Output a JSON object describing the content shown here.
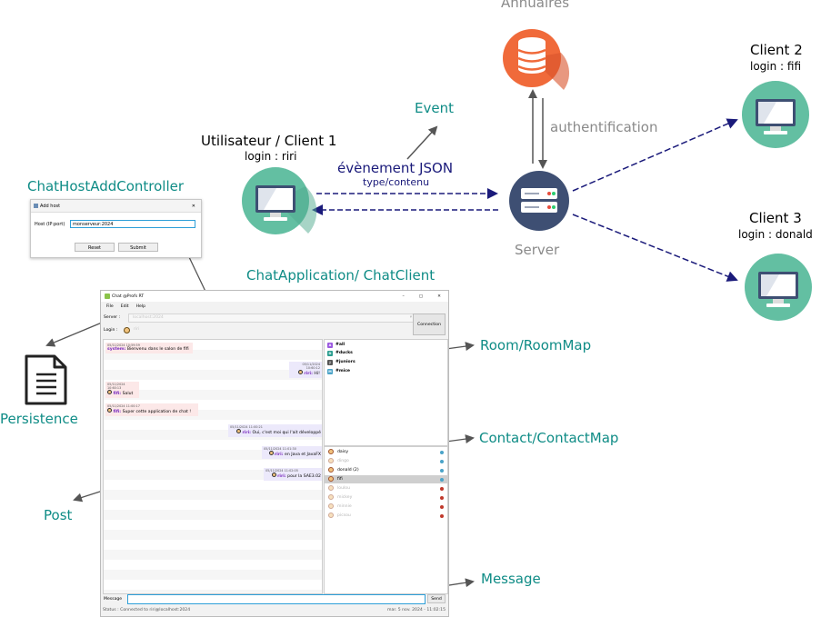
{
  "labels": {
    "annuaires": "Annuaires",
    "authentification": "authentification",
    "event": "Event",
    "utilisateur": "Utilisateur / Client 1",
    "login_riri": "login : riri",
    "evenement_json": "évènement JSON",
    "type_contenu": "type/contenu",
    "server": "Server",
    "client2": "Client 2",
    "login_fifi": "login : fifi",
    "client3": "Client 3",
    "login_donald": "login : donald",
    "chathost_controller": "ChatHostAddController",
    "chat_application": "ChatApplication/ ChatClient",
    "persistence": "Persistence",
    "room_map": "Room/RoomMap",
    "contact_map": "Contact/ContactMap",
    "post": "Post",
    "message": "Message"
  },
  "colors": {
    "teal_circle": "#63bfa2",
    "server_circle": "#3e4f73",
    "db_circle": "#f06a3a",
    "teal_text": "#0f8c86",
    "navy_arrow": "#1a1a7a"
  },
  "dialog": {
    "title": "Add host",
    "close": "✕",
    "host_label": "Host (IP:port)",
    "host_value": "monserveur:2024",
    "reset": "Reset",
    "submit": "Submit"
  },
  "app": {
    "title": "Chat @Profs RT",
    "win_controls": [
      "–",
      "▢",
      "✕"
    ],
    "menu": [
      "File",
      "Edit",
      "Help"
    ],
    "server_label": "Server :",
    "server_value": "localhost:2024",
    "login_label": "Login :",
    "login_value": "riri",
    "connection_button": "Connection",
    "messages": [
      {
        "ts": "05/11/2024 10:59:59",
        "who": "system:",
        "text": "Bienvenu dans le salon de fifi"
      },
      {
        "ts": "05/11/2024 10:60:12",
        "who": "riri:",
        "text": "Hi!"
      },
      {
        "ts": "05/11/2024 10:60:13",
        "who": "fifi:",
        "text": "Salut"
      },
      {
        "ts": "05/11/2024 11:00:17",
        "who": "fifi:",
        "text": "Super cette application de chat !"
      },
      {
        "ts": "05/11/2024 11:00:21",
        "who": "riri:",
        "text": "Oui, c'est moi qui l'ait développé"
      },
      {
        "ts": "05/11/2024 11:01:30",
        "who": "riri:",
        "text": "en Java et JavaFX"
      },
      {
        "ts": "05/11/2024 11:02:05",
        "who": "riri:",
        "text": "pour la SAE3.02"
      }
    ],
    "rooms": [
      {
        "letter": "A",
        "name": "#all",
        "color": "#9b59e0"
      },
      {
        "letter": "D",
        "name": "#ducks",
        "color": "#2a9d8f"
      },
      {
        "letter": "J",
        "name": "#juniors",
        "color": "#555555"
      },
      {
        "letter": "M",
        "name": "#mice",
        "color": "#4aa3c8"
      }
    ],
    "contacts": [
      {
        "name": "daisy",
        "status": "#4aa3c8",
        "dim": false
      },
      {
        "name": "dingo",
        "status": "#4aa3c8",
        "dim": true
      },
      {
        "name": "donald (2)",
        "status": "#4aa3c8",
        "dim": false
      },
      {
        "name": "fifi",
        "status": "#4aa3c8",
        "dim": false
      },
      {
        "name": "loulou",
        "status": "#c0392b",
        "dim": true
      },
      {
        "name": "mickey",
        "status": "#c0392b",
        "dim": true
      },
      {
        "name": "minnie",
        "status": "#c0392b",
        "dim": true
      },
      {
        "name": "picsou",
        "status": "#c0392b",
        "dim": true
      }
    ],
    "message_label": "Message",
    "send_button": "Send",
    "status_text": "Status : Connected to riri@localhost:2024",
    "status_time": "mar. 5 nov. 2024 - 11:02:15"
  }
}
